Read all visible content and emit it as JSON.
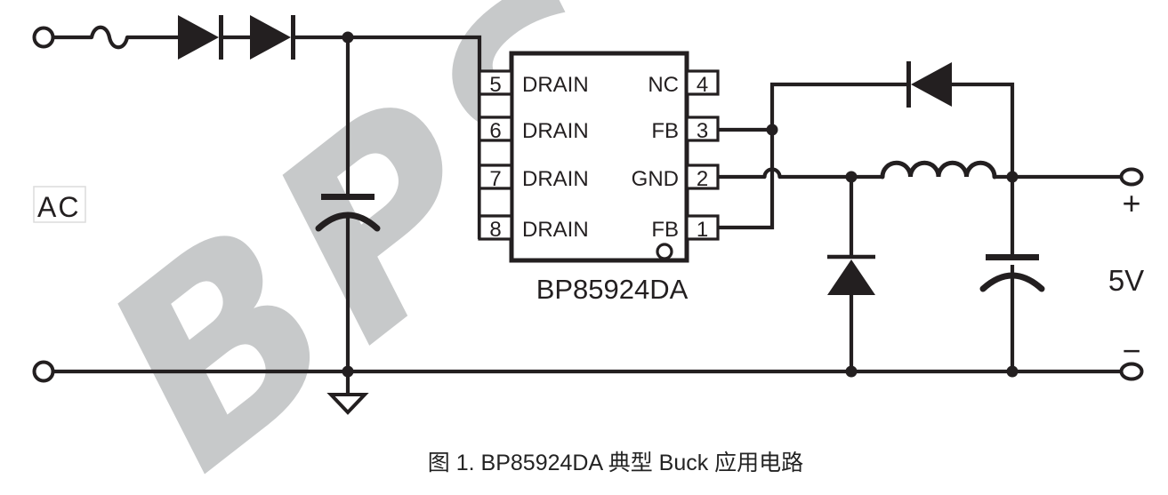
{
  "watermark": {
    "text": "BPS"
  },
  "schematic": {
    "input_label": "AC",
    "ic": {
      "name": "BP85924DA",
      "left_pins": [
        {
          "number": "5",
          "label": "DRAIN"
        },
        {
          "number": "6",
          "label": "DRAIN"
        },
        {
          "number": "7",
          "label": "DRAIN"
        },
        {
          "number": "8",
          "label": "DRAIN"
        }
      ],
      "right_pins": [
        {
          "number": "4",
          "label": "NC"
        },
        {
          "number": "3",
          "label": "FB"
        },
        {
          "number": "2",
          "label": "GND"
        },
        {
          "number": "1",
          "label": "FB"
        }
      ]
    },
    "output": {
      "plus_label": "+",
      "voltage_label": "5V",
      "minus_label": "−"
    }
  },
  "caption": "图 1. BP85924DA 典型 Buck 应用电路",
  "colors": {
    "line": "#231f20",
    "watermark": "#c7c9ca",
    "caption": "#232323",
    "background": "#ffffff"
  }
}
